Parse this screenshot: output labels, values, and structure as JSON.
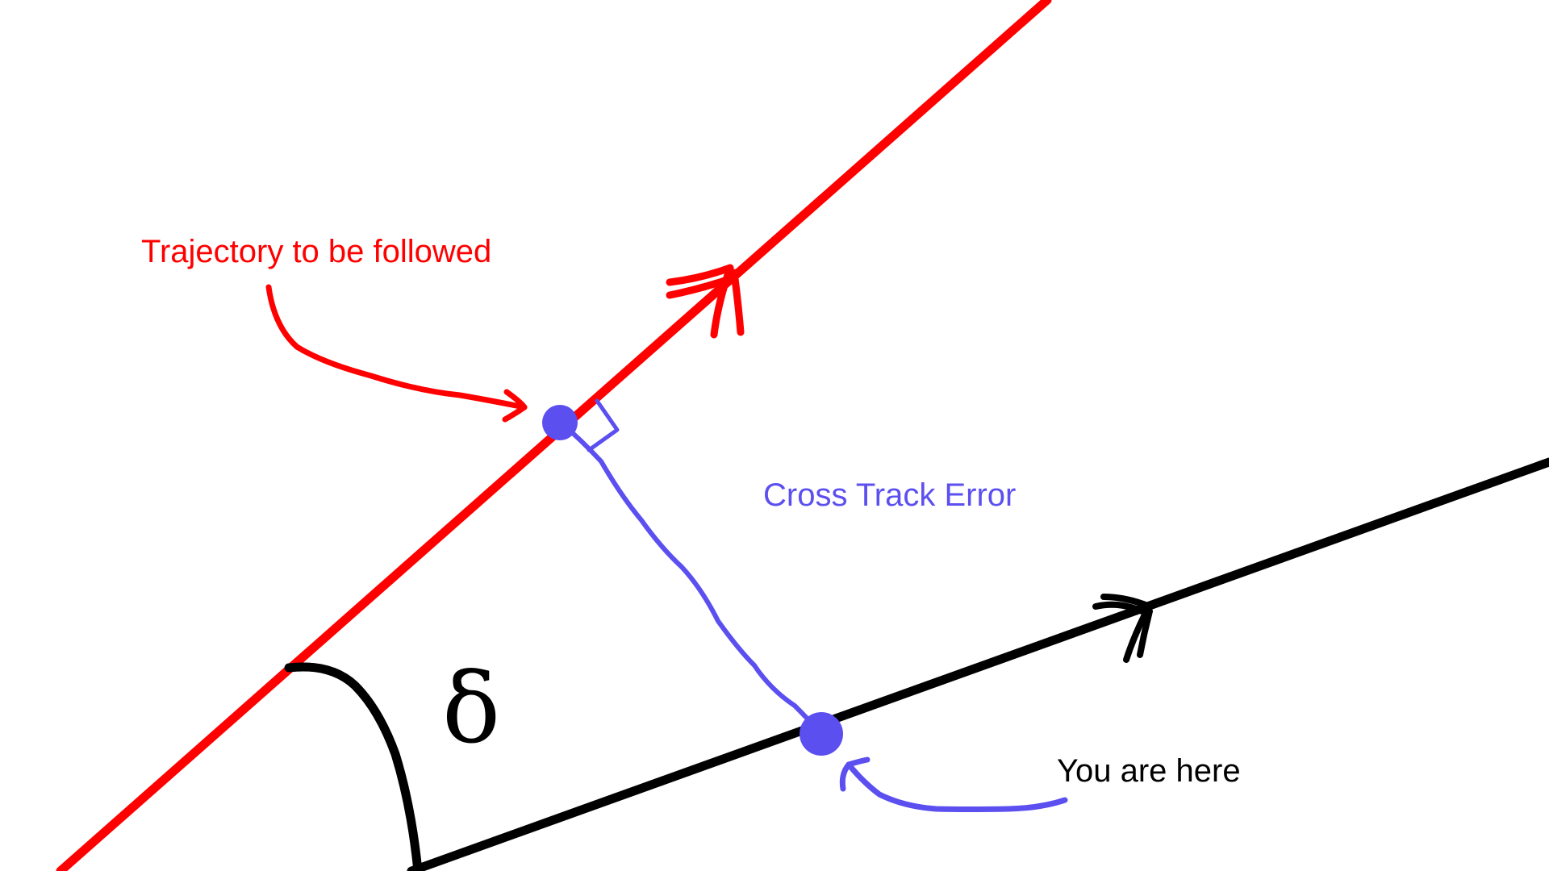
{
  "labels": {
    "trajectory": "Trajectory to be followed",
    "cross_track_error": "Cross Track Error",
    "you_are_here": "You are here",
    "angle_symbol": "δ"
  },
  "colors": {
    "trajectory_line": "#ff0000",
    "vehicle_heading": "#000000",
    "cross_track_error": "#5b4ff0",
    "background": "#ffffff"
  }
}
